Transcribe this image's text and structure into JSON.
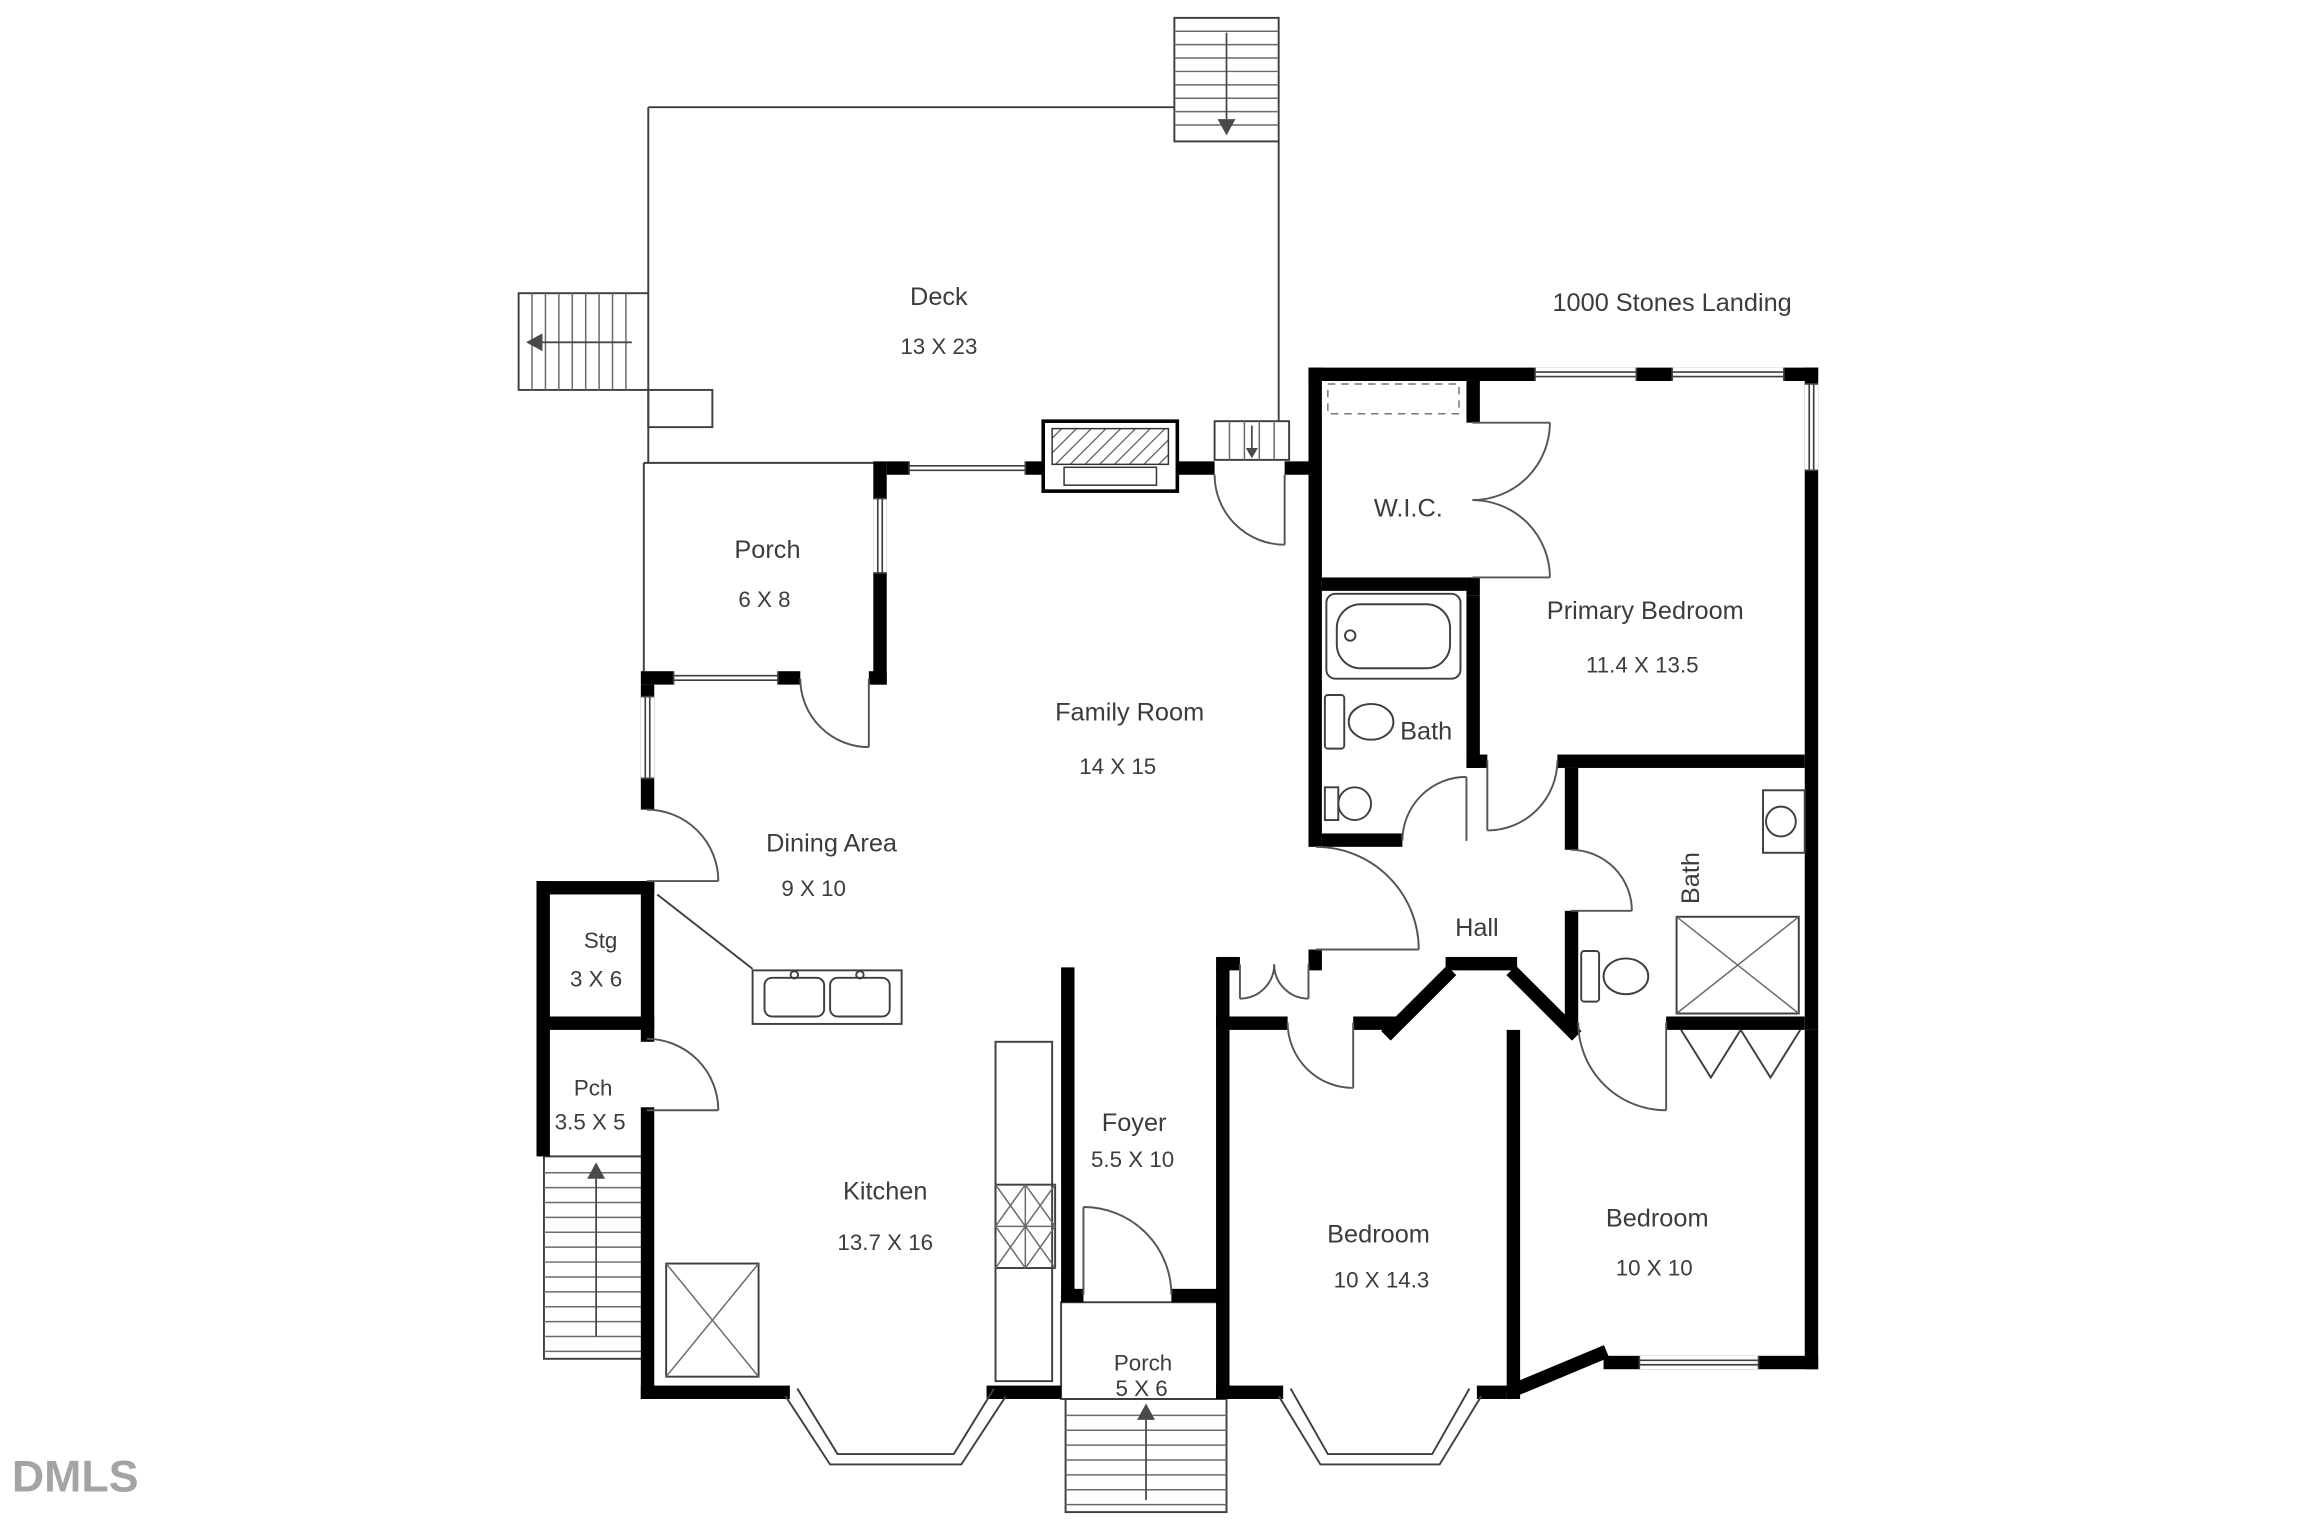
{
  "plan": {
    "title": "1000 Stones Landing",
    "watermark": "DMLS",
    "colors": {
      "walls": "#000000",
      "thin_lines": "#3f3f3f",
      "text": "#3c3c3c",
      "watermark": "#9b9b9b",
      "background": "#ffffff"
    },
    "rooms": {
      "deck": {
        "label": "Deck",
        "dims": "13 X 23"
      },
      "porch_upper": {
        "label": "Porch",
        "dims": "6 X 8"
      },
      "wic": {
        "label": "W.I.C."
      },
      "primary_bedroom": {
        "label": "Primary Bedroom",
        "dims": "11.4 X 13.5"
      },
      "family_room": {
        "label": "Family Room",
        "dims": "14 X 15"
      },
      "bath_main": {
        "label": "Bath"
      },
      "dining_area": {
        "label": "Dining Area",
        "dims": "9 X 10"
      },
      "bath_hall": {
        "label": "Bath"
      },
      "hall": {
        "label": "Hall"
      },
      "storage": {
        "label": "Stg",
        "dims": "3 X 6"
      },
      "porch_side": {
        "label": "Pch",
        "dims": "3.5 X 5"
      },
      "kitchen": {
        "label": "Kitchen",
        "dims": "13.7 X 16"
      },
      "foyer": {
        "label": "Foyer",
        "dims": "5.5 X 10"
      },
      "porch_front": {
        "label": "Porch",
        "dims": "5 X 6"
      },
      "bedroom_1": {
        "label": "Bedroom",
        "dims": "10 X 14.3"
      },
      "bedroom_2": {
        "label": "Bedroom",
        "dims": "10 X 10"
      }
    }
  }
}
